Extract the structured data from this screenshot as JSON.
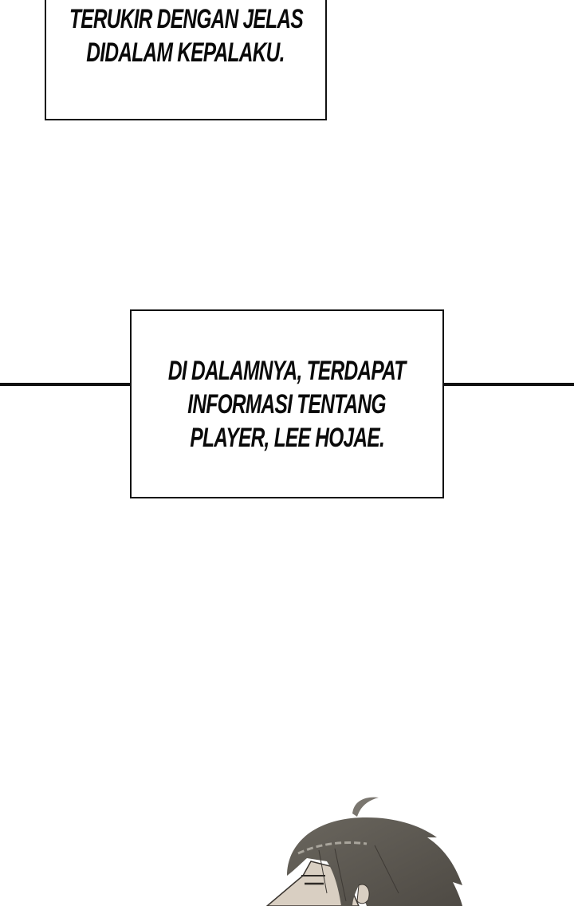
{
  "panel": {
    "background": "#ffffff",
    "border_color": "#111111"
  },
  "captions": [
    {
      "id": "top",
      "lines": [
        "TERUKIR DENGAN JELAS",
        "DIDALAM KEPALAKU."
      ]
    },
    {
      "id": "middle",
      "lines": [
        "DI DALAMNYA, TERDAPAT",
        "INFORMASI TENTANG",
        "PLAYER, LEE HOJAE."
      ]
    }
  ],
  "illustration": {
    "subject": "character-head-profile",
    "hair_color": "#5b5750",
    "skin_color": "#d9cfc2"
  }
}
